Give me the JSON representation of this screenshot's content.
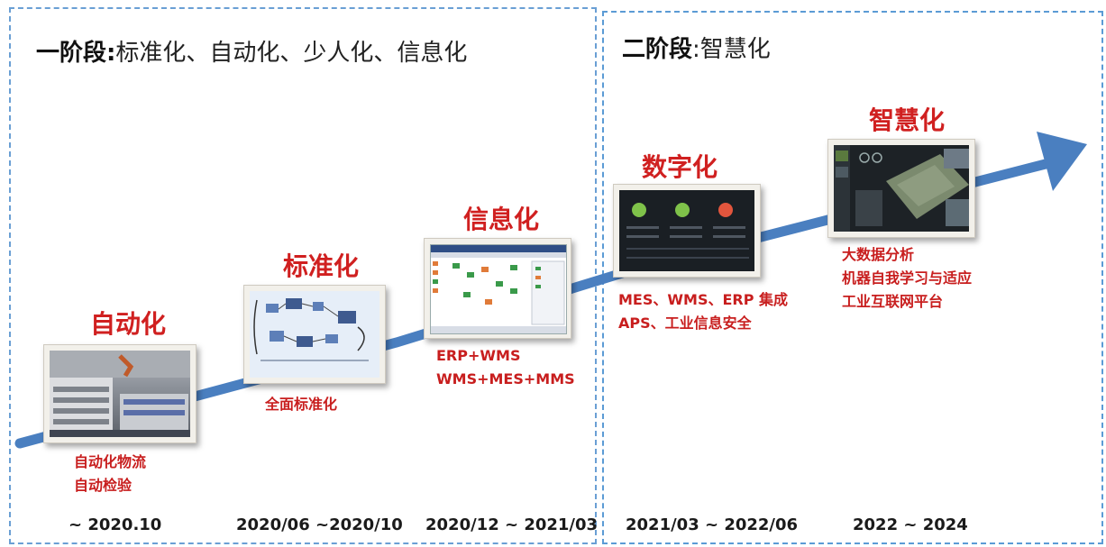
{
  "phase1": {
    "title_bold": "一阶段:",
    "title_rest": "标准化、自动化、少人化、信息化"
  },
  "phase2": {
    "title_bold": "二阶段",
    "title_rest": ":智慧化"
  },
  "stages": [
    {
      "label": "自动化",
      "desc": [
        "自动化物流",
        "自动检验"
      ],
      "date": "~ 2020.10"
    },
    {
      "label": "标准化",
      "desc": [
        "全面标准化"
      ],
      "date": "2020/06 ~2020/10"
    },
    {
      "label": "信息化",
      "desc": [
        "ERP+WMS",
        "WMS+MES+MMS"
      ],
      "date": "2020/12 ~ 2021/03"
    },
    {
      "label": "数字化",
      "desc": [
        "MES、WMS、ERP 集成",
        "APS、工业信息安全"
      ],
      "date": "2021/03 ~ 2022/06"
    },
    {
      "label": "智慧化",
      "desc": [
        "大数据分析",
        "机器自我学习与适应",
        "工业互联网平台"
      ],
      "date": "2022 ~ 2024"
    }
  ],
  "colors": {
    "accent": "#d02020",
    "arrow": "#4a7fc0",
    "dashed_border": "#5b9bd5"
  },
  "images": [
    "warehouse-photo",
    "standardization-flowchart",
    "erp-software-screen",
    "digital-dashboard",
    "smart-control-center"
  ]
}
